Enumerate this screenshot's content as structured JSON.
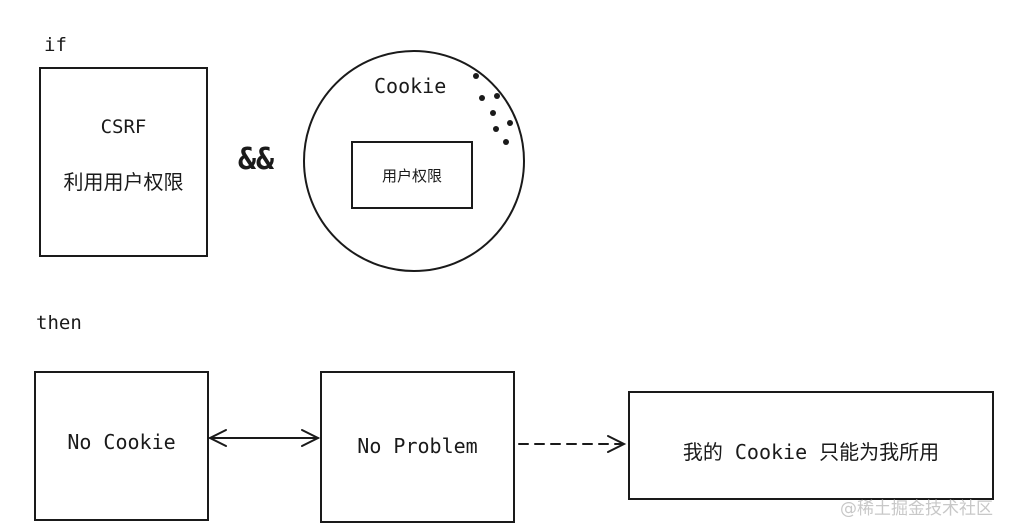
{
  "if_label": "if",
  "then_label": "then",
  "csrf_box": {
    "line1": "CSRF",
    "line2": "利用用户权限"
  },
  "and_operator": "&&",
  "cookie": {
    "title": "Cookie",
    "inner_label": "用户权限"
  },
  "no_cookie_label": "No Cookie",
  "no_problem_label": "No Problem",
  "result_label": "我的 Cookie 只能为我所用",
  "watermark": "@稀土掘金技术社区",
  "colors": {
    "stroke": "#1a1a1a",
    "background": "#ffffff",
    "watermark": "#c8c8c8"
  }
}
